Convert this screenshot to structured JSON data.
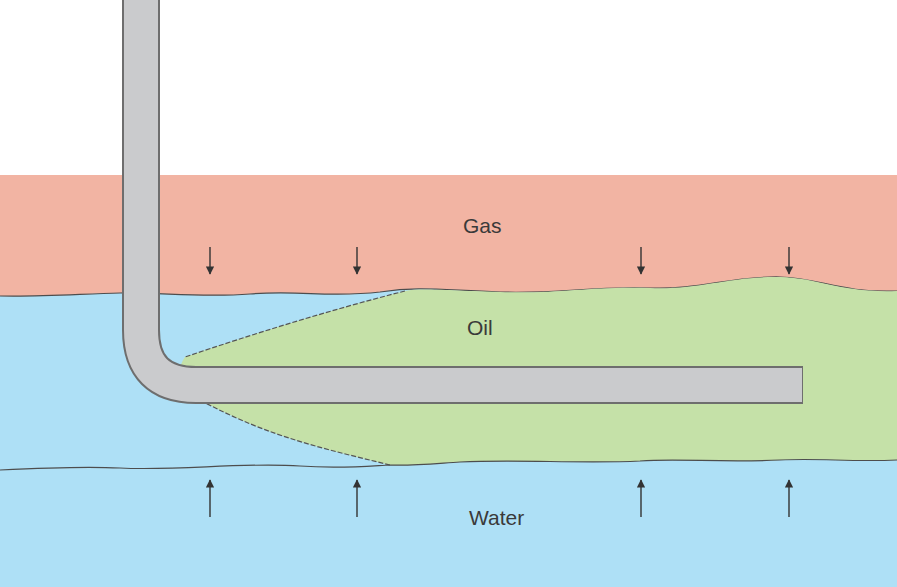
{
  "diagram": {
    "nodes": [
      {
        "text": [
          "Gas"
        ]
      },
      {
        "text": [
          "Oil"
        ]
      },
      {
        "text": [
          "Water"
        ]
      }
    ]
  }
}
